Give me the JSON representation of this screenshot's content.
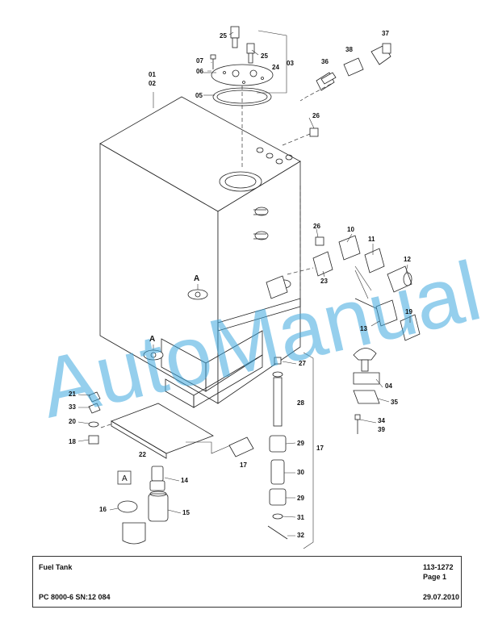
{
  "footer": {
    "title": "Fuel Tank",
    "number": "113-1272",
    "page": "Page 1",
    "model": "PC 8000-6 SN:12 084",
    "date": "29.07.2010"
  },
  "watermark": {
    "text": "AutoManual",
    "color": "#3fa9df"
  },
  "detail_marker": "A",
  "callouts": [
    {
      "id": "c-25a",
      "text": "25"
    },
    {
      "id": "c-25b",
      "text": "25"
    },
    {
      "id": "c-03",
      "text": "03"
    },
    {
      "id": "c-24",
      "text": "24"
    },
    {
      "id": "c-07",
      "text": "07"
    },
    {
      "id": "c-06",
      "text": "06"
    },
    {
      "id": "c-01",
      "text": "01"
    },
    {
      "id": "c-02",
      "text": "02"
    },
    {
      "id": "c-05",
      "text": "05"
    },
    {
      "id": "c-37",
      "text": "37"
    },
    {
      "id": "c-38",
      "text": "38"
    },
    {
      "id": "c-36",
      "text": "36"
    },
    {
      "id": "c-26a",
      "text": "26"
    },
    {
      "id": "c-26b",
      "text": "26"
    },
    {
      "id": "c-10",
      "text": "10"
    },
    {
      "id": "c-11",
      "text": "11"
    },
    {
      "id": "c-12",
      "text": "12"
    },
    {
      "id": "c-23",
      "text": "23"
    },
    {
      "id": "c-19",
      "text": "19"
    },
    {
      "id": "c-13",
      "text": "13"
    },
    {
      "id": "c-27",
      "text": "27"
    },
    {
      "id": "c-28",
      "text": "28"
    },
    {
      "id": "c-04",
      "text": "04"
    },
    {
      "id": "c-35",
      "text": "35"
    },
    {
      "id": "c-34",
      "text": "34"
    },
    {
      "id": "c-39",
      "text": "39"
    },
    {
      "id": "c-17a",
      "text": "17"
    },
    {
      "id": "c-29a",
      "text": "29"
    },
    {
      "id": "c-30",
      "text": "30"
    },
    {
      "id": "c-29b",
      "text": "29"
    },
    {
      "id": "c-31",
      "text": "31"
    },
    {
      "id": "c-32",
      "text": "32"
    },
    {
      "id": "c-21",
      "text": "21"
    },
    {
      "id": "c-33",
      "text": "33"
    },
    {
      "id": "c-20",
      "text": "20"
    },
    {
      "id": "c-18",
      "text": "18"
    },
    {
      "id": "c-22",
      "text": "22"
    },
    {
      "id": "c-17b",
      "text": "17"
    },
    {
      "id": "c-14",
      "text": "14"
    },
    {
      "id": "c-16",
      "text": "16"
    },
    {
      "id": "c-15",
      "text": "15"
    },
    {
      "id": "c-A1",
      "text": "A"
    },
    {
      "id": "c-A2",
      "text": "A"
    }
  ]
}
